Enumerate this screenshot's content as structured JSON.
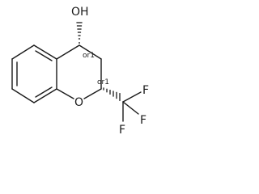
{
  "molecule": {
    "atoms": {
      "oh": "OH",
      "ring_o": "O",
      "f1": "F",
      "f2": "F",
      "f3": "F"
    },
    "stereo": {
      "c4": "or1",
      "c2": "or1"
    }
  },
  "colors": {
    "bond": "#1a1a1a",
    "text": "#1a1a1a",
    "background": "#ffffff"
  }
}
